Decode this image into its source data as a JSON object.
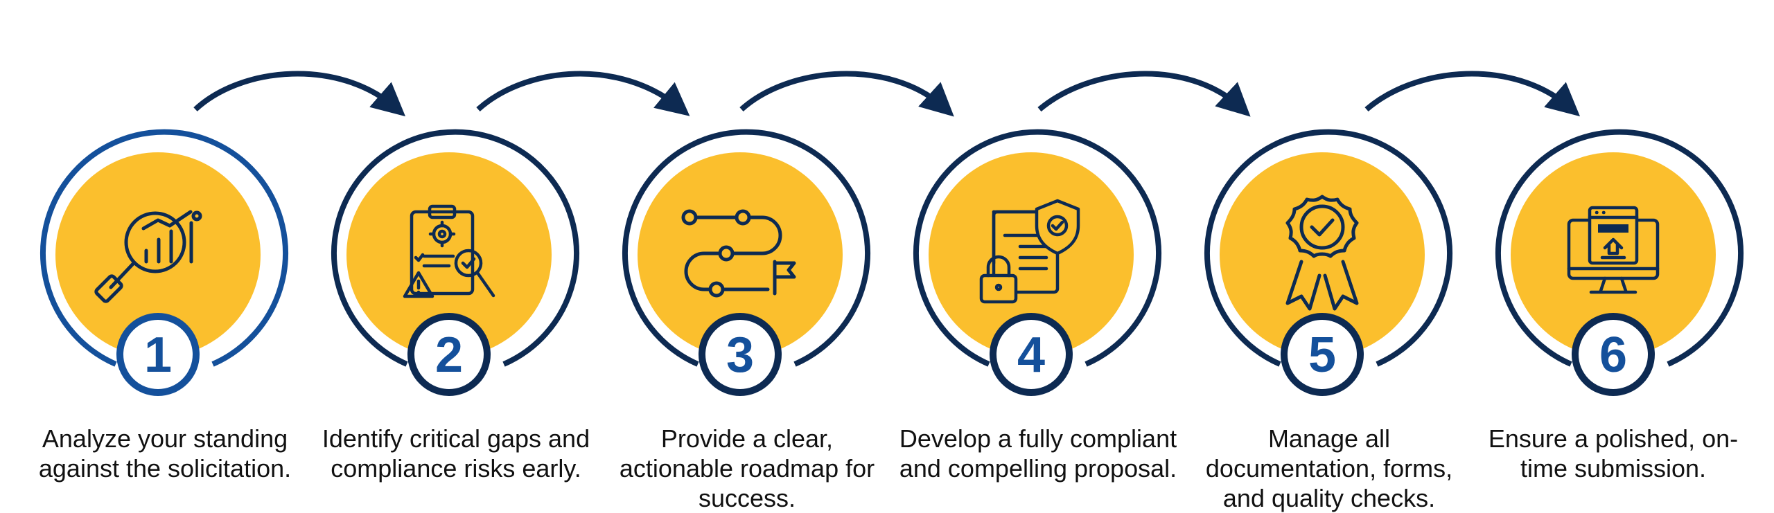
{
  "colors": {
    "navy": "#0d2a52",
    "blue": "#14509b",
    "gold": "#fbbf2d",
    "text": "#111111"
  },
  "steps": [
    {
      "number": "1",
      "icon": "magnifier-chart-icon",
      "text": "Analyze your standing against the solicitation."
    },
    {
      "number": "2",
      "icon": "clipboard-warning-search-icon",
      "text": "Identify critical gaps and compliance risks early."
    },
    {
      "number": "3",
      "icon": "roadmap-flag-icon",
      "text": "Provide a clear, actionable roadmap for success."
    },
    {
      "number": "4",
      "icon": "document-shield-lock-icon",
      "text": "Develop a fully compliant and compelling proposal."
    },
    {
      "number": "5",
      "icon": "award-badge-check-icon",
      "text": "Manage all documentation, forms, and quality checks."
    },
    {
      "number": "6",
      "icon": "monitor-upload-icon",
      "text": "Ensure a polished, on-time submission."
    }
  ]
}
